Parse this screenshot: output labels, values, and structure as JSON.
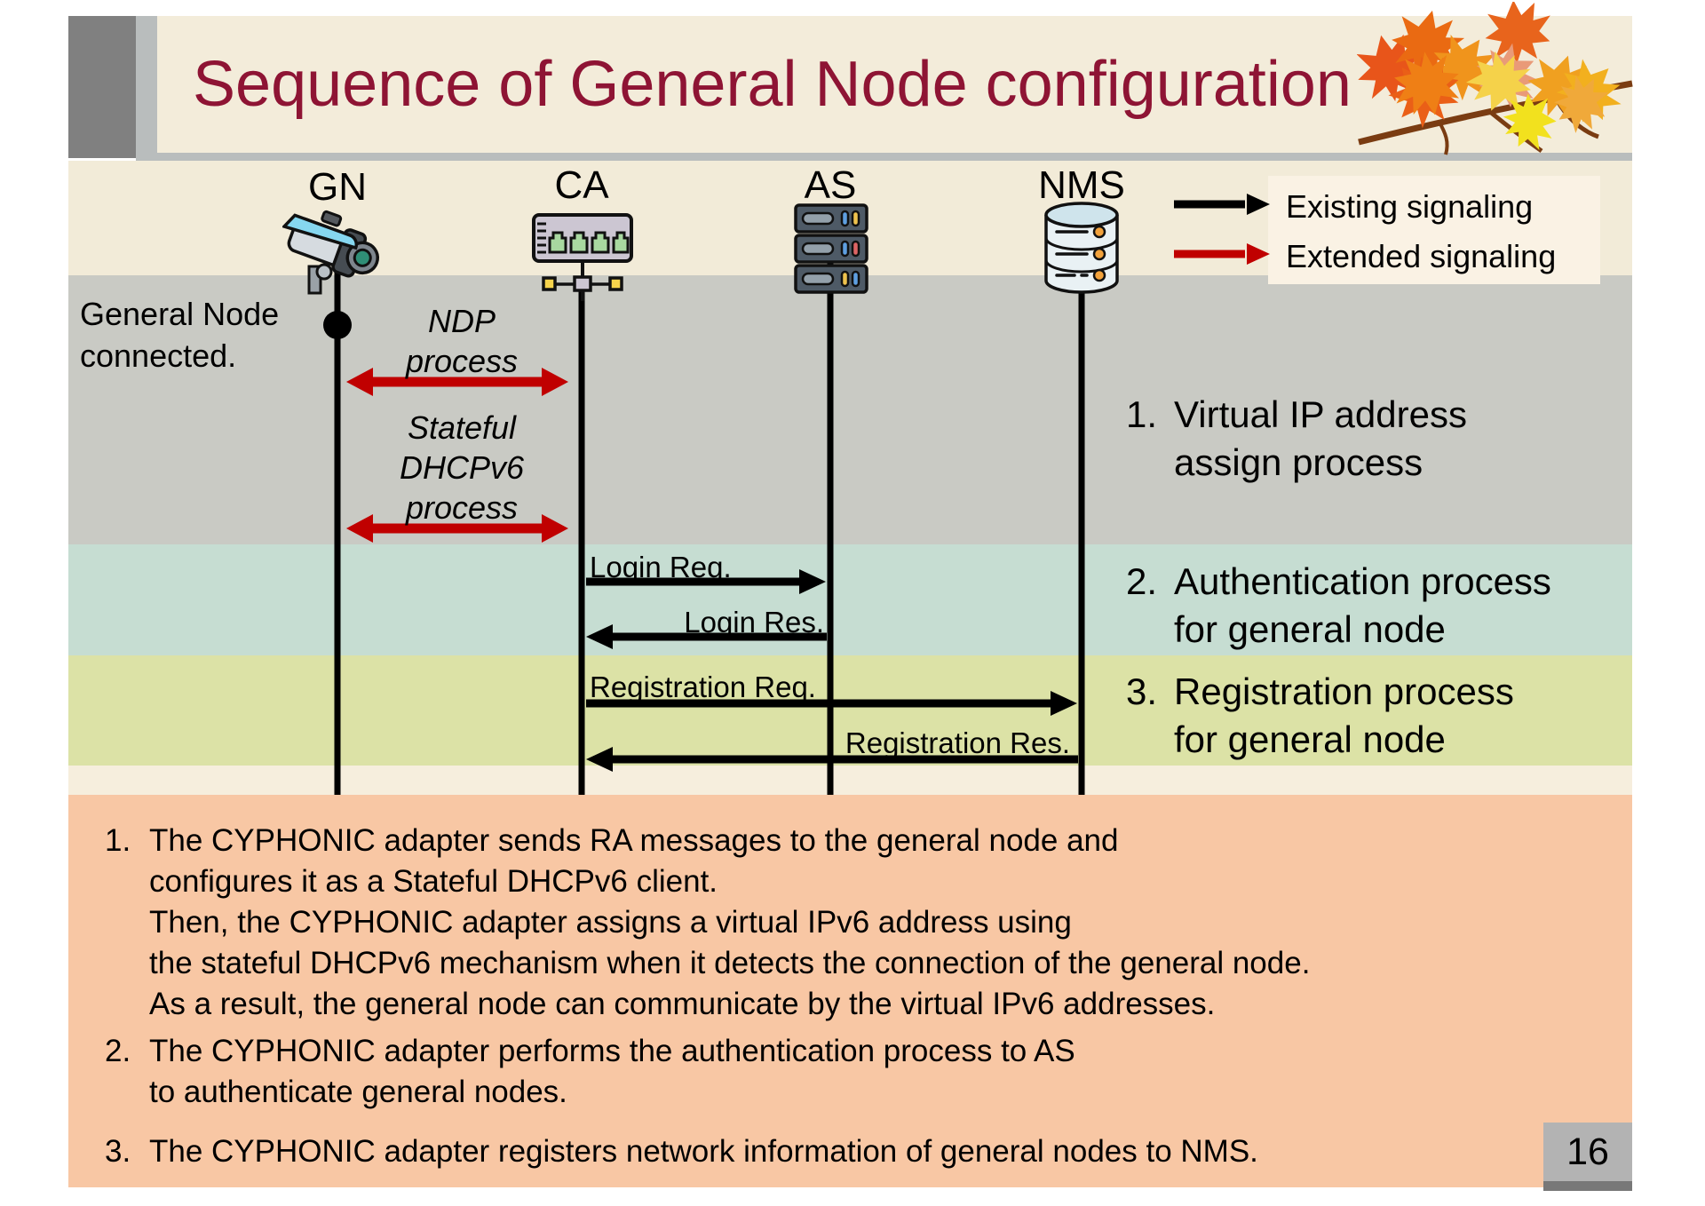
{
  "slide": {
    "title": "Sequence of General Node configuration",
    "page_number": "16"
  },
  "colors": {
    "title_red": "#8e1434",
    "existing_signal": "#000000",
    "extended_signal": "#c00000",
    "phase1_band": "#c9cac4",
    "phase2_band": "#c6ddd2",
    "phase3_band": "#dce2a6",
    "notes_panel": "#f8c7a4"
  },
  "legend": {
    "items": [
      {
        "label": "Existing signaling",
        "type": "existing",
        "color": "#000000"
      },
      {
        "label": "Extended signaling",
        "type": "extended",
        "color": "#c00000"
      }
    ]
  },
  "actors": [
    {
      "label": "GN",
      "icon": "camera-icon"
    },
    {
      "label": "CA",
      "icon": "network-switch-icon"
    },
    {
      "label": "AS",
      "icon": "server-icon"
    },
    {
      "label": "NMS",
      "icon": "database-icon"
    }
  ],
  "diagram": {
    "connected_note": "General Node\nconnected.",
    "messages": [
      {
        "label": "NDP\nprocess",
        "from": "GN",
        "to": "CA",
        "type": "extended",
        "bidirectional": true
      },
      {
        "label": "Stateful\nDHCPv6\nprocess",
        "from": "GN",
        "to": "CA",
        "type": "extended",
        "bidirectional": true
      },
      {
        "label": "Login Req.",
        "from": "CA",
        "to": "AS",
        "type": "existing",
        "bidirectional": false
      },
      {
        "label": "Login Res.",
        "from": "AS",
        "to": "CA",
        "type": "existing",
        "bidirectional": false
      },
      {
        "label": "Registration Req.",
        "from": "CA",
        "to": "NMS",
        "type": "existing",
        "bidirectional": false
      },
      {
        "label": "Registration Res.",
        "from": "NMS",
        "to": "CA",
        "type": "existing",
        "bidirectional": false
      }
    ],
    "side_notes": [
      {
        "num": "1.",
        "text": "Virtual IP address\nassign process"
      },
      {
        "num": "2.",
        "text": "Authentication process\nfor general node"
      },
      {
        "num": "3.",
        "text": "Registration process\nfor general node"
      }
    ]
  },
  "bottom_notes": [
    {
      "num": "1.",
      "text": "The CYPHONIC adapter sends RA messages to the general node and\nconfigures it as a Stateful DHCPv6 client.\nThen, the CYPHONIC adapter assigns a virtual IPv6 address using\nthe stateful DHCPv6 mechanism when it detects the connection of the general node.\nAs a result, the general node can communicate by the virtual IPv6 addresses."
    },
    {
      "num": "2.",
      "text": "The CYPHONIC adapter performs the authentication process to AS\nto authenticate general nodes."
    },
    {
      "num": "3.",
      "text": "The CYPHONIC adapter registers network information of general nodes to NMS."
    }
  ]
}
